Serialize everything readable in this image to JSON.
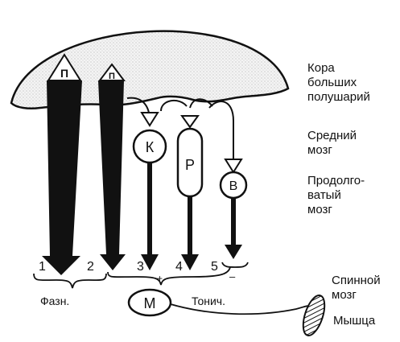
{
  "regions": {
    "cortex": [
      "Кора",
      "больших",
      "полушарий"
    ],
    "midbrain": [
      "Средний",
      "мозг"
    ],
    "medulla": [
      "Продолго-",
      "ватый",
      "мозг"
    ],
    "spinal_cord": [
      "Спинной",
      "мозг"
    ],
    "muscle": "Мышца"
  },
  "nodes": {
    "p1": "П",
    "p2": "П",
    "k": "К",
    "r": "Р",
    "v": "В",
    "m": "М"
  },
  "pathway_numbers": [
    "1",
    "2",
    "3",
    "4",
    "5"
  ],
  "groups": {
    "phasic": "Фазн.",
    "tonic": "Тонич."
  },
  "signs": {
    "plus": "+",
    "minus": "–"
  }
}
